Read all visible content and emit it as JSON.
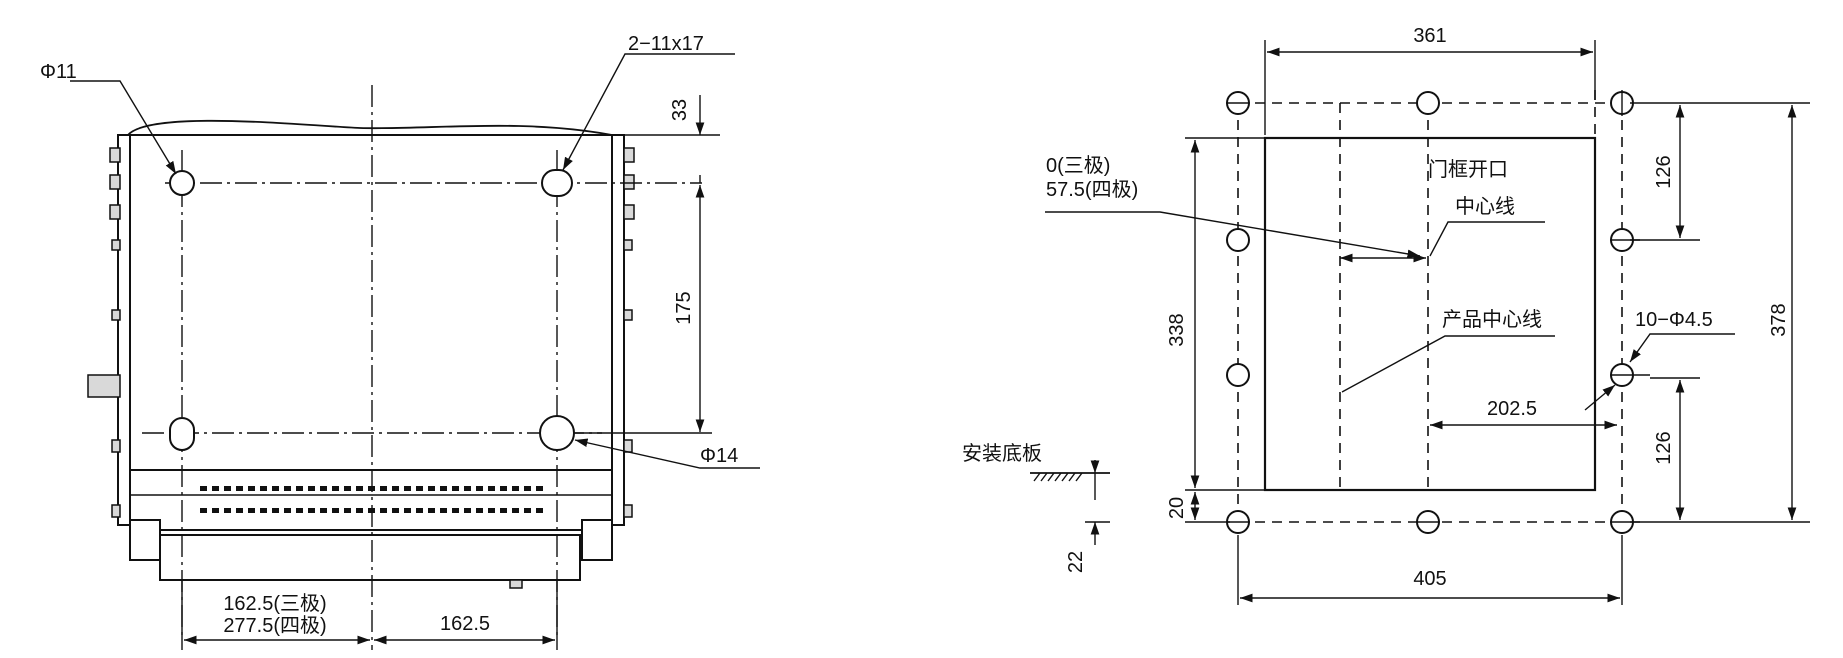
{
  "left_view": {
    "labels": {
      "phi11": "Φ11",
      "slot": "2−11x17",
      "phi14": "Φ14",
      "dim_33": "33",
      "dim_175": "175",
      "dim_bottom_left_line1": "162.5(三极)",
      "dim_bottom_left_line2": "277.5(四极)",
      "dim_bottom_right": "162.5"
    }
  },
  "right_view": {
    "labels": {
      "dim_361": "361",
      "dim_405": "405",
      "dim_338": "338",
      "dim_378": "378",
      "dim_126_top": "126",
      "dim_126_bottom": "126",
      "dim_20": "20",
      "dim_22": "22",
      "dim_202_5": "202.5",
      "offset_line1": "0(三极)",
      "offset_line2": "57.5(四极)",
      "door_opening": "门框开口",
      "center_line": "中心线",
      "product_center_line": "产品中心线",
      "holes": "10−Φ4.5",
      "mounting_plate": "安装底板"
    }
  }
}
